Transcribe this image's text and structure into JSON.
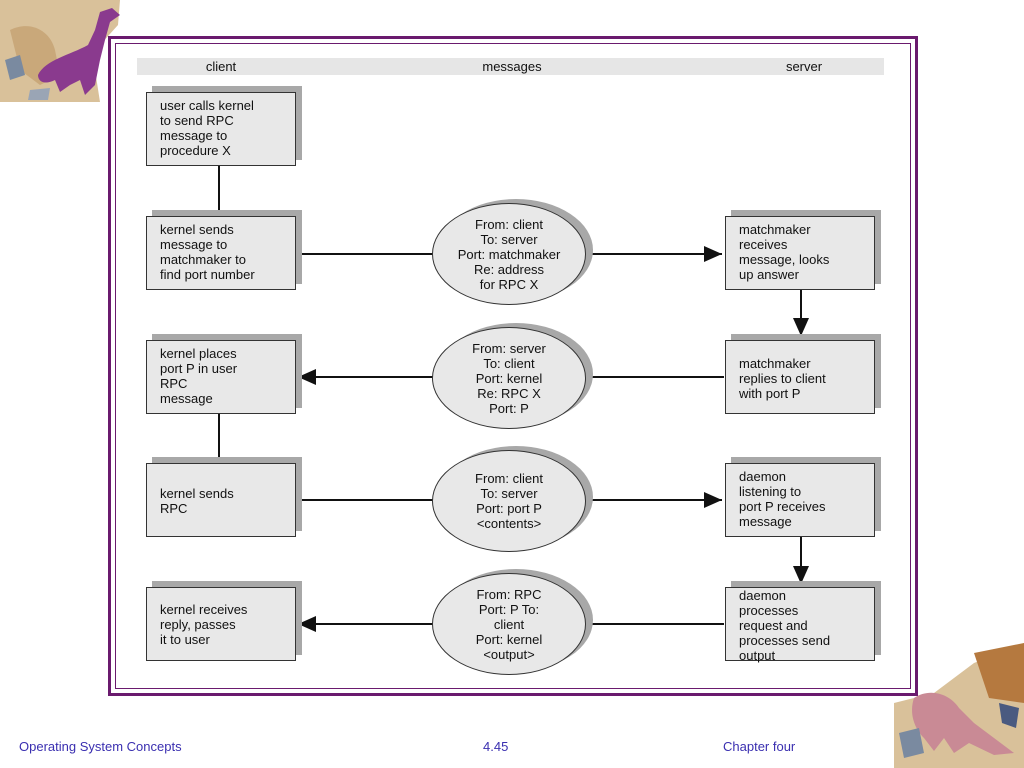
{
  "header": {
    "client": "client",
    "messages": "messages",
    "server": "server"
  },
  "client_boxes": [
    {
      "text": "user calls kernel\nto send RPC\nmessage to\nprocedure X"
    },
    {
      "text": "kernel sends\nmessage to\nmatchmaker to\nfind port number"
    },
    {
      "text": "kernel places\nport P in user\nRPC\nmessage"
    },
    {
      "text": "kernel sends\nRPC"
    },
    {
      "text": "kernel receives\nreply, passes\n it to user"
    }
  ],
  "messages": [
    {
      "text": "From: client\nTo: server\nPort: matchmaker\nRe: address\n   for RPC X"
    },
    {
      "text": "From: server\nTo: client\nPort: kernel\nRe: RPC X\nPort: P"
    },
    {
      "text": "From: client\nTo: server\nPort: port P\n<contents>"
    },
    {
      "text": "From: RPC\nPort: P To:\nclient\nPort: kernel\n<output>"
    }
  ],
  "server_boxes": [
    {
      "text": "matchmaker\nreceives\nmessage, looks\nup answer"
    },
    {
      "text": "matchmaker\nreplies to client\nwith port P"
    },
    {
      "text": "daemon\nlistening to\nport P receives\nmessage"
    },
    {
      "text": "daemon\nprocesses\nrequest and\nprocesses send\noutput"
    }
  ],
  "footer": {
    "left": "Operating System Concepts",
    "center": "4.45",
    "right": "Chapter four"
  },
  "colors": {
    "frame": "#6a1a6e",
    "footer_text": "#3a2fb0",
    "box_fill": "#e8e8e8",
    "shadow": "#a8a8a8"
  },
  "decorations": [
    "dinosaur-top-left",
    "dinosaur-bottom-right"
  ]
}
